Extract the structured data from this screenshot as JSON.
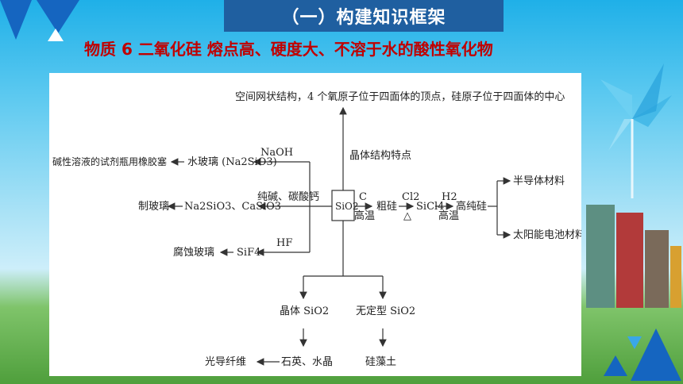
{
  "slide": {
    "section_title": "（一）构建知识框架",
    "subtitle": "物质 6 二氧化硅 熔点高、硬度大、不溶于水的酸性氧化物"
  },
  "diagram": {
    "center": "SiO2",
    "top_label": "空间网状结构，4 个氧原子位于四面体的顶点，硅原子位于四面体的中心",
    "top_edge": "晶体结构特点",
    "left_branches": [
      {
        "edge": "NaOH",
        "product": "水玻璃 (Na2SiO3)",
        "use": "碱性溶液的试剂瓶用橡胶塞"
      },
      {
        "edge": "纯碱、碳酸钙",
        "product": "Na2SiO3、CaSiO3",
        "use": "制玻璃"
      },
      {
        "edge": "HF",
        "product": "SiF4",
        "use": "腐蚀玻璃"
      }
    ],
    "right_chain": {
      "step1_top": "C",
      "step1_bottom": "高温",
      "node1": "粗硅",
      "step2_top": "Cl2",
      "step2_bottom": "△",
      "node2": "SiCl4",
      "step3_top": "H2",
      "step3_bottom": "高温",
      "node3": "高纯硅",
      "uses": [
        "半导体材料",
        "太阳能电池材料"
      ]
    },
    "bottom": {
      "crystal": "晶体 SiO2",
      "amorphous": "无定型 SiO2",
      "crystal_form": "石英、水晶",
      "crystal_use": "光导纤维",
      "amorphous_form": "硅藻土"
    }
  },
  "colors": {
    "header_bg": "#1f5fa0",
    "subtitle": "#c00000",
    "logo": "#1565c0"
  }
}
